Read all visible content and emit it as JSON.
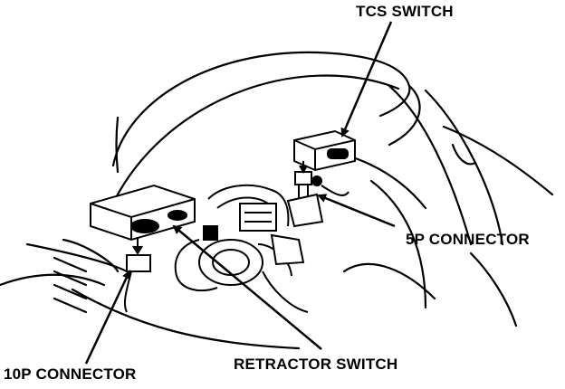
{
  "labels": {
    "tcs_switch": "TCS SWITCH",
    "five_p_connector": "5P CONNECTOR",
    "retractor_switch": "RETRACTOR SWITCH",
    "ten_p_connector": "10P CONNECTOR"
  },
  "colors": {
    "ink": "#000000",
    "paper": "#ffffff"
  }
}
